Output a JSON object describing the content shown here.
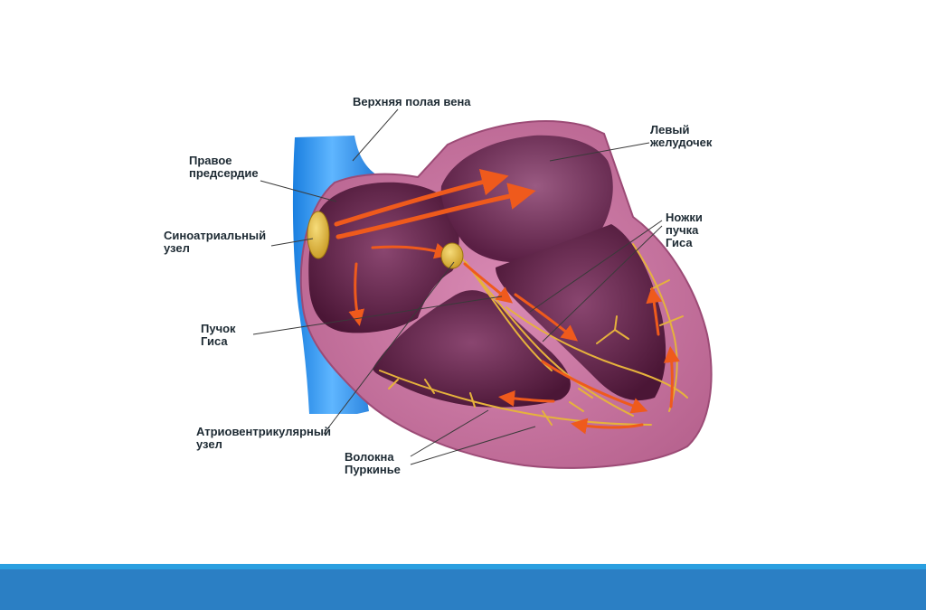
{
  "labels": {
    "svc": "Верхняя полая вена",
    "right_atrium": [
      "Правое",
      "предсердие"
    ],
    "sa_node": [
      "Синоатриальный",
      "узел"
    ],
    "his_bundle": [
      "Пучок",
      "Гиса"
    ],
    "av_node": [
      "Атриовентрикулярный",
      "узел"
    ],
    "purkinje": [
      "Волокна",
      "Пуркинье"
    ],
    "left_ventricle": [
      "Левый",
      "желудочек"
    ],
    "bundle_branches": [
      "Ножки",
      "пучка",
      "Гиса"
    ]
  },
  "colors": {
    "vena": "#2e8fe6",
    "heart_wall": "#c06b95",
    "chamber": "#5a1f44",
    "node": "#d9b640",
    "fiber": "#e6b23c",
    "arrow": "#ef5a1c",
    "footer": "#2b7fc4",
    "footer_line": "#2a9fe0"
  }
}
